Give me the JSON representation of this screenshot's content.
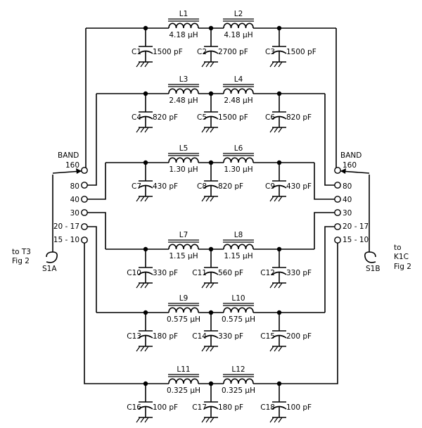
{
  "diagram": {
    "sections": [
      {
        "inductors": [
          {
            "ref": "L1",
            "value": "4.18 µH"
          },
          {
            "ref": "L2",
            "value": "4.18 µH"
          }
        ],
        "capacitors": [
          {
            "ref": "C1",
            "value": "1500 pF"
          },
          {
            "ref": "C2",
            "value": "2700 pF"
          },
          {
            "ref": "C3",
            "value": "1500 pF"
          }
        ]
      },
      {
        "inductors": [
          {
            "ref": "L3",
            "value": "2.48 µH"
          },
          {
            "ref": "L4",
            "value": "2.48 µH"
          }
        ],
        "capacitors": [
          {
            "ref": "C4",
            "value": "820 pF"
          },
          {
            "ref": "C5",
            "value": "1500 pF"
          },
          {
            "ref": "C6",
            "value": "820 pF"
          }
        ]
      },
      {
        "inductors": [
          {
            "ref": "L5",
            "value": "1.30 µH"
          },
          {
            "ref": "L6",
            "value": "1.30 µH"
          }
        ],
        "capacitors": [
          {
            "ref": "C7",
            "value": "430 pF"
          },
          {
            "ref": "C8",
            "value": "820 pF"
          },
          {
            "ref": "C9",
            "value": "430 pF"
          }
        ]
      },
      {
        "inductors": [
          {
            "ref": "L7",
            "value": "1.15 µH"
          },
          {
            "ref": "L8",
            "value": "1.15 µH"
          }
        ],
        "capacitors": [
          {
            "ref": "C10",
            "value": "330 pF"
          },
          {
            "ref": "C11",
            "value": "560 pF"
          },
          {
            "ref": "C12",
            "value": "330 pF"
          }
        ]
      },
      {
        "inductors": [
          {
            "ref": "L9",
            "value": "0.575 µH"
          },
          {
            "ref": "L10",
            "value": "0.575 µH"
          }
        ],
        "capacitors": [
          {
            "ref": "C13",
            "value": "180 pF"
          },
          {
            "ref": "C14",
            "value": "330 pF"
          },
          {
            "ref": "C15",
            "value": "200 pF"
          }
        ]
      },
      {
        "inductors": [
          {
            "ref": "L11",
            "value": "0.325 µH"
          },
          {
            "ref": "L12",
            "value": "0.325 µH"
          }
        ],
        "capacitors": [
          {
            "ref": "C16",
            "value": "100 pF"
          },
          {
            "ref": "C17",
            "value": "180 pF"
          },
          {
            "ref": "C18",
            "value": "100 pF"
          }
        ]
      }
    ],
    "switch_a": {
      "band_title": "BAND",
      "positions": [
        "160",
        "80",
        "40",
        "30",
        "20 - 17",
        "15 - 10"
      ],
      "name": "S1A",
      "note_line1": "to T3",
      "note_line2": "Fig 2"
    },
    "switch_b": {
      "band_title": "BAND",
      "positions": [
        "160",
        "80",
        "40",
        "30",
        "20 - 17",
        "15 - 10"
      ],
      "name": "S1B",
      "note_line1": "to",
      "note_line2": "K1C",
      "note_line3": "Fig 2"
    }
  }
}
